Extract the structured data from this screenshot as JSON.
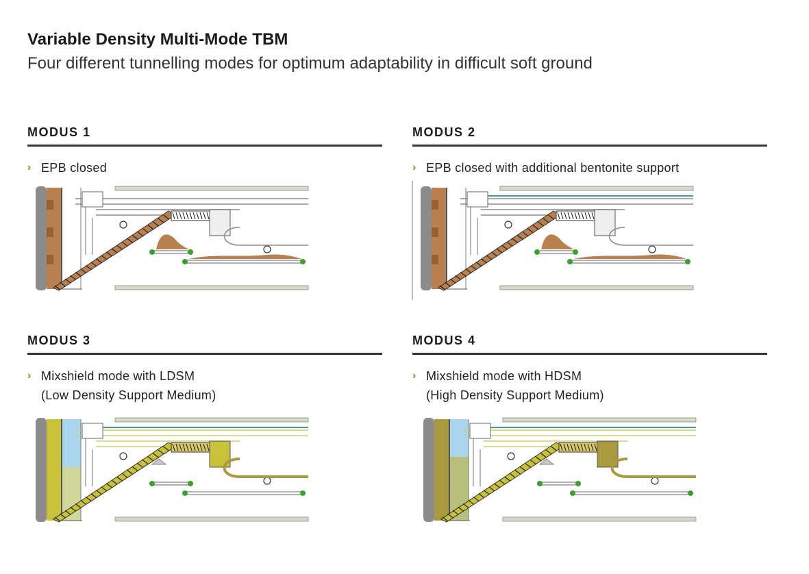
{
  "header": {
    "title": "Variable Density Multi-Mode TBM",
    "subtitle": "Four different tunnelling modes for optimum adaptability in difficult soft ground"
  },
  "panels": [
    {
      "heading": "MODUS 1",
      "desc_line1": "EPB closed",
      "desc_line2": "",
      "mode": "epb"
    },
    {
      "heading": "MODUS 2",
      "desc_line1": "EPB closed with additional bentonite support",
      "desc_line2": "",
      "mode": "epb-bentonite"
    },
    {
      "heading": "MODUS 3",
      "desc_line1": "Mixshield mode with LDSM",
      "desc_line2": "(Low Density Support Medium)",
      "mode": "ldsm"
    },
    {
      "heading": "MODUS 4",
      "desc_line1": "Mixshield mode with HDSM",
      "desc_line2": "(High Density Support Medium)",
      "mode": "hdsm"
    }
  ],
  "colors": {
    "accent_green": "#5aaa2a",
    "rule": "#333333",
    "soil": "#b98050",
    "slurry_blue": "#a9d6ec",
    "ldsm_yellow": "#c8c23a",
    "hdsm_olive": "#a99a40",
    "pipe_teal": "#4a9a8a"
  }
}
